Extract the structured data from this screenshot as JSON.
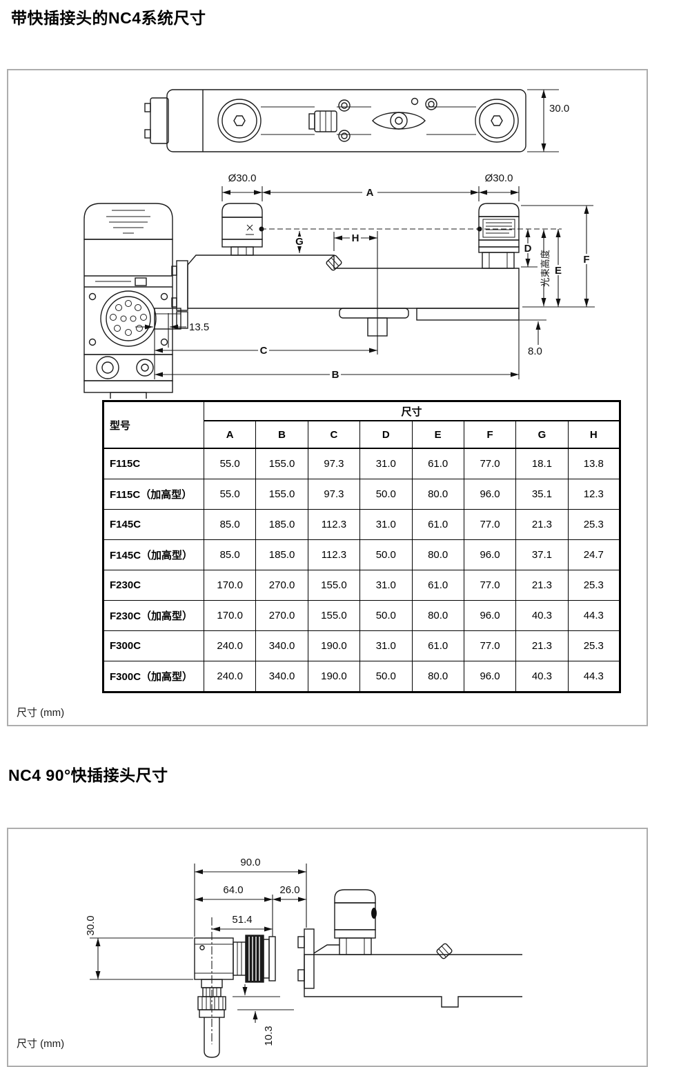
{
  "page": {
    "title_system": "带快插接头的NC4系统尺寸",
    "title_connector": "NC4 90°快插接头尺寸",
    "units_note": "尺寸 (mm)"
  },
  "drawing1": {
    "top_height": "30.0",
    "dia_left": "Ø30.0",
    "dia_right": "Ø30.0",
    "letter_a": "A",
    "letter_b": "B",
    "letter_c": "C",
    "letter_d": "D",
    "letter_e": "E",
    "letter_f": "F",
    "letter_g": "G",
    "letter_h": "H",
    "offset_left": "13.5",
    "base_height": "8.0",
    "beam_height_label": "光束高度"
  },
  "table": {
    "model_header": "型号",
    "dims_header": "尺寸",
    "columns": [
      "A",
      "B",
      "C",
      "D",
      "E",
      "F",
      "G",
      "H"
    ],
    "rows": [
      {
        "model": "F115C",
        "values": [
          "55.0",
          "155.0",
          "97.3",
          "31.0",
          "61.0",
          "77.0",
          "18.1",
          "13.8"
        ]
      },
      {
        "model": "F115C（加高型）",
        "values": [
          "55.0",
          "155.0",
          "97.3",
          "50.0",
          "80.0",
          "96.0",
          "35.1",
          "12.3"
        ]
      },
      {
        "model": "F145C",
        "values": [
          "85.0",
          "185.0",
          "112.3",
          "31.0",
          "61.0",
          "77.0",
          "21.3",
          "25.3"
        ]
      },
      {
        "model": "F145C（加高型）",
        "values": [
          "85.0",
          "185.0",
          "112.3",
          "50.0",
          "80.0",
          "96.0",
          "37.1",
          "24.7"
        ]
      },
      {
        "model": "F230C",
        "values": [
          "170.0",
          "270.0",
          "155.0",
          "31.0",
          "61.0",
          "77.0",
          "21.3",
          "25.3"
        ]
      },
      {
        "model": "F230C（加高型）",
        "values": [
          "170.0",
          "270.0",
          "155.0",
          "50.0",
          "80.0",
          "96.0",
          "40.3",
          "44.3"
        ]
      },
      {
        "model": "F300C",
        "values": [
          "240.0",
          "340.0",
          "190.0",
          "31.0",
          "61.0",
          "77.0",
          "21.3",
          "25.3"
        ]
      },
      {
        "model": "F300C（加高型）",
        "values": [
          "240.0",
          "340.0",
          "190.0",
          "50.0",
          "80.0",
          "96.0",
          "40.3",
          "44.3"
        ]
      }
    ]
  },
  "drawing2": {
    "overall": "90.0",
    "body": "64.0",
    "engagement": "26.0",
    "centerline": "51.4",
    "height": "30.0",
    "drop": "10.3"
  }
}
